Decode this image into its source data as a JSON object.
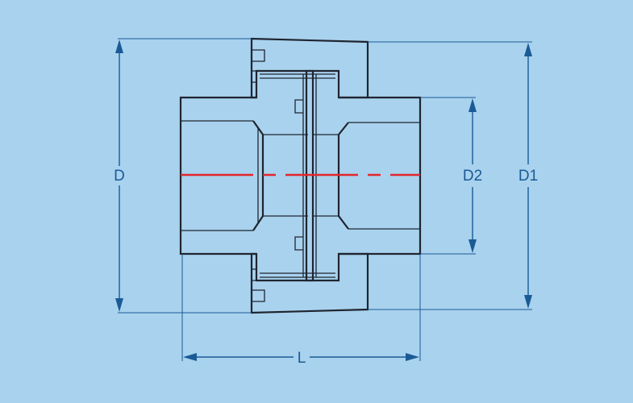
{
  "colors": {
    "background": "#a9d2ee",
    "outline": "#1f2530",
    "dimension": "#1a5b96",
    "centerline": "#e3262b"
  },
  "labels": {
    "overall_diameter": "D",
    "body_diameter": "D1",
    "pipe_diameter": "D2",
    "length": "L"
  }
}
